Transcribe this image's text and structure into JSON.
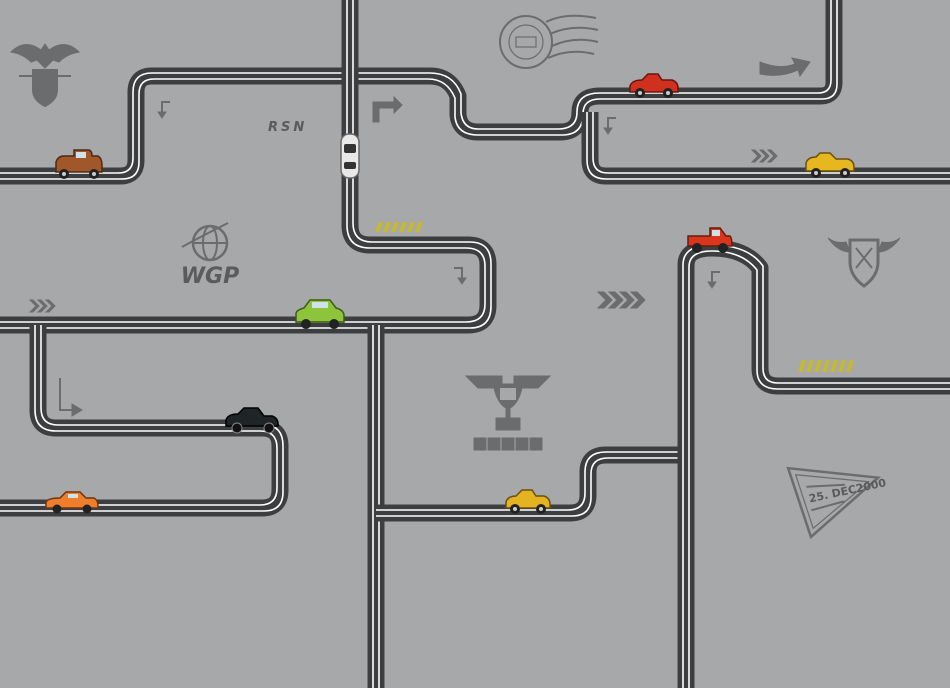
{
  "scene": {
    "type": "road-track-playmat",
    "background_color": "#a7a8a9",
    "road_color": "#3d3e40",
    "lane_marking_color": "#ffffff"
  },
  "labels": {
    "rsn": "RSN",
    "wgp": "WGP",
    "stamp_date": "25. DEC2000"
  },
  "cars": [
    {
      "name": "brown-vintage-car",
      "color": "#a0582a"
    },
    {
      "name": "red-roadster-car",
      "color": "#d0301e"
    },
    {
      "name": "white-sports-car",
      "color": "#e8e8e8"
    },
    {
      "name": "yellow-convertible-car",
      "color": "#e6b71e"
    },
    {
      "name": "red-pickup-truck",
      "color": "#d8361d"
    },
    {
      "name": "green-compact-car",
      "color": "#8ec43c"
    },
    {
      "name": "black-classic-car",
      "color": "#1f2426"
    },
    {
      "name": "orange-coupe-car",
      "color": "#ee7d2c"
    },
    {
      "name": "yellow-roadster-car",
      "color": "#e5b321"
    }
  ],
  "icons": [
    "eagle-shield-icon",
    "postmark-stamp-icon",
    "arrow-icon",
    "globe-logo-icon",
    "chevrons-icon",
    "trophy-icon",
    "winged-badge-icon",
    "triangle-stamp-icon",
    "hazard-stripes-icon",
    "turn-arrow-icon"
  ]
}
